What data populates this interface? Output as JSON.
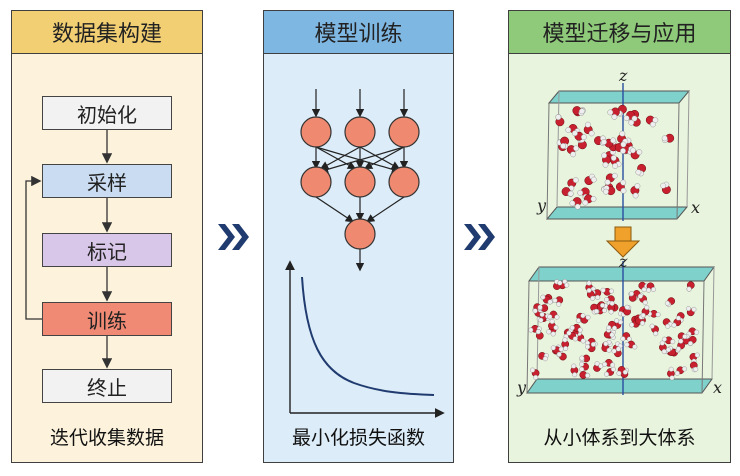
{
  "panels": {
    "data": {
      "title": "数据集构建",
      "steps": [
        "初始化",
        "采样",
        "标记",
        "训练",
        "终止"
      ],
      "footer": "迭代收集数据",
      "colors": {
        "header": "#f2cf73",
        "body": "#fdf3dc"
      }
    },
    "train": {
      "title": "模型训练",
      "footer": "最小化损失函数",
      "colors": {
        "header": "#7fb7e3",
        "body": "#dcecf8"
      }
    },
    "apply": {
      "title": "模型迁移与应用",
      "footer": "从小体系到大体系",
      "colors": {
        "header": "#8fc97a",
        "body": "#e8f4dd"
      }
    }
  },
  "step_colors": [
    "#f2f2f2",
    "#c9dcf2",
    "#d9c7ea",
    "#f08a74",
    "#f2f2f2"
  ],
  "axis_labels": {
    "z": "z",
    "y": "y",
    "x": "x"
  },
  "icons": [
    "chevron-right-icon",
    "down-arrow-icon"
  ]
}
